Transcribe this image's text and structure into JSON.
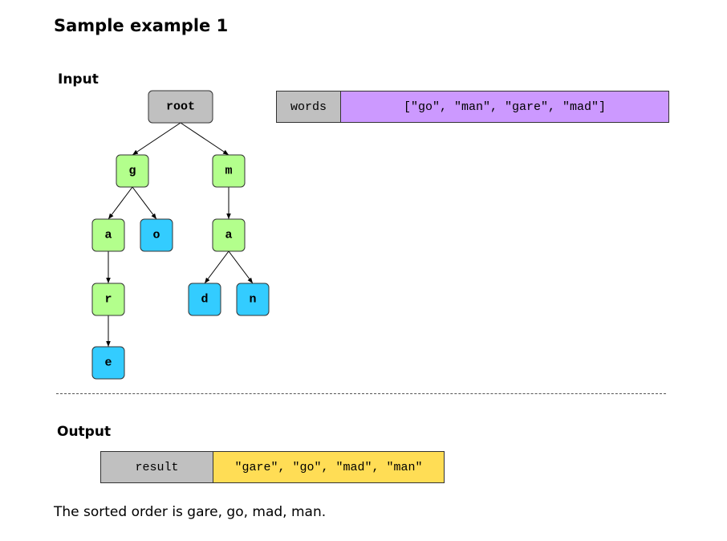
{
  "title": "Sample example 1",
  "input_label": "Input",
  "output_label": "Output",
  "colors": {
    "root": "#c0c0c0",
    "internal": "#b3ff8c",
    "terminal": "#33ccff",
    "words_value": "#cc99ff",
    "result_value": "#ffdd55",
    "label_cell": "#c0c0c0"
  },
  "trie": {
    "nodes": [
      {
        "id": "root",
        "char": "root",
        "kind": "root"
      },
      {
        "id": "g",
        "char": "g",
        "kind": "internal"
      },
      {
        "id": "m",
        "char": "m",
        "kind": "internal"
      },
      {
        "id": "ga",
        "char": "a",
        "kind": "internal"
      },
      {
        "id": "go",
        "char": "o",
        "kind": "terminal"
      },
      {
        "id": "ma",
        "char": "a",
        "kind": "internal"
      },
      {
        "id": "gar",
        "char": "r",
        "kind": "internal"
      },
      {
        "id": "mad",
        "char": "d",
        "kind": "terminal"
      },
      {
        "id": "man",
        "char": "n",
        "kind": "terminal"
      },
      {
        "id": "gare",
        "char": "e",
        "kind": "terminal"
      }
    ],
    "edges": [
      [
        "root",
        "g"
      ],
      [
        "root",
        "m"
      ],
      [
        "g",
        "ga"
      ],
      [
        "g",
        "go"
      ],
      [
        "m",
        "ma"
      ],
      [
        "ga",
        "gar"
      ],
      [
        "ma",
        "mad"
      ],
      [
        "ma",
        "man"
      ],
      [
        "gar",
        "gare"
      ]
    ]
  },
  "words": {
    "label": "words",
    "value": "[\"go\", \"man\", \"gare\", \"mad\"]"
  },
  "result": {
    "label": "result",
    "value": "\"gare\", \"go\", \"mad\", \"man\""
  },
  "note": "The sorted order is gare, go, mad, man."
}
